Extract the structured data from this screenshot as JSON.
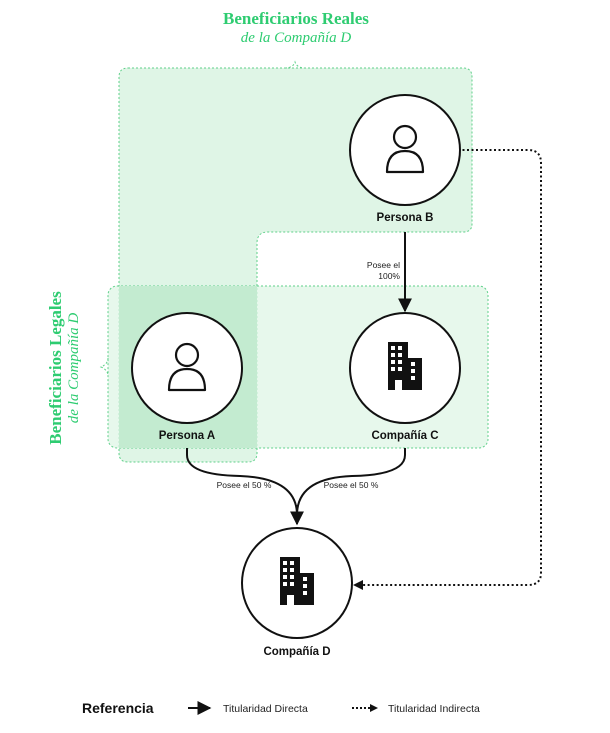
{
  "beneficiarios_reales": {
    "title": "Beneficiarios Reales",
    "subtitle": "de la Compañía D"
  },
  "beneficiarios_legales": {
    "title": "Beneficiarios Legales",
    "subtitle": "de la Compañía D"
  },
  "nodes": {
    "persona_b": {
      "label": "Persona B",
      "icon": "person-icon"
    },
    "persona_a": {
      "label": "Persona A",
      "icon": "person-icon"
    },
    "compania_c": {
      "label": "Compañía C",
      "icon": "building-icon"
    },
    "compania_d": {
      "label": "Compañía D",
      "icon": "building-icon"
    }
  },
  "edges": {
    "b_to_c": {
      "line1": "Posee el",
      "line2": "100%"
    },
    "a_to_d": "Posee el 50 %",
    "c_to_d": "Posee el 50 %"
  },
  "legend": {
    "title": "Referencia",
    "direct": "Titularidad Directa",
    "indirect": "Titularidad Indirecta"
  },
  "colors": {
    "accent": "#2ecc71",
    "region_fill": "#dff5e6",
    "overlap_fill": "#c3ebd0",
    "stroke": "#111111"
  }
}
